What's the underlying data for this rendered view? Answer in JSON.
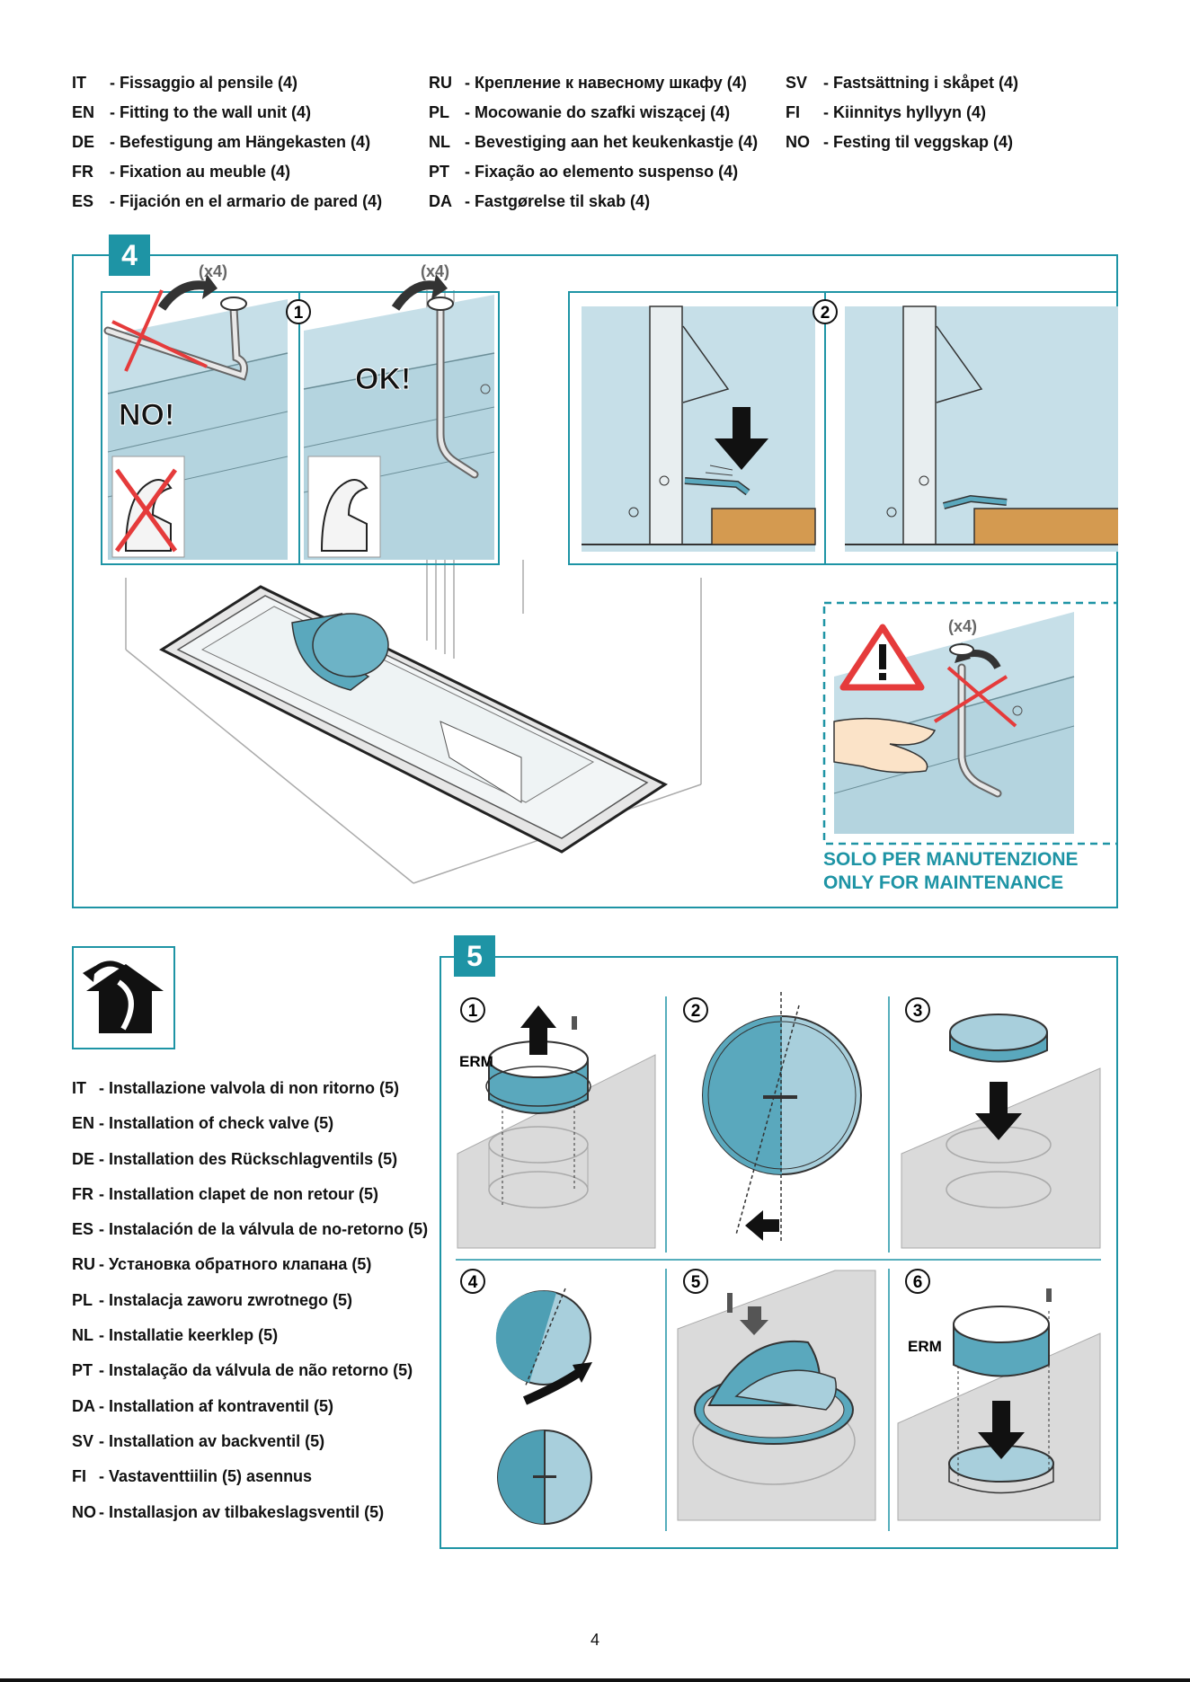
{
  "section4_langs_col1": [
    {
      "code": "IT",
      "text": "- Fissaggio al pensile (4)"
    },
    {
      "code": "EN",
      "text": "- Fitting to the wall unit (4)"
    },
    {
      "code": "DE",
      "text": "- Befestigung am Hängekasten (4)"
    },
    {
      "code": "FR",
      "text": "- Fixation au meuble (4)"
    },
    {
      "code": "ES",
      "text": "- Fijación en el armario de pared (4)"
    }
  ],
  "section4_langs_col2": [
    {
      "code": "RU",
      "text": "- Крепление к навесному шкафу (4)"
    },
    {
      "code": "PL",
      "text": "- Mocowanie do szafki wiszącej (4)"
    },
    {
      "code": "NL",
      "text": "- Bevestiging aan het keukenkastje (4)"
    },
    {
      "code": "PT",
      "text": "- Fixação ao elemento suspenso (4)"
    },
    {
      "code": "DA",
      "text": "- Fastgørelse til skab (4)"
    }
  ],
  "section4_langs_col3": [
    {
      "code": "SV",
      "text": "- Fastsättning i skåpet (4)"
    },
    {
      "code": "FI",
      "text": "- Kiinnitys hyllyyn (4)"
    },
    {
      "code": "NO",
      "text": "- Festing til veggskap (4)"
    }
  ],
  "step4_label": "4",
  "step5_label": "5",
  "fig4": {
    "callout1": "1",
    "callout2": "2",
    "x4": "(x4)",
    "no": "NO!",
    "ok": "OK!"
  },
  "maintenance": {
    "line1": "SOLO PER MANUTENZIONE",
    "line2": "ONLY FOR MAINTENANCE"
  },
  "section5_langs": [
    {
      "code": "IT",
      "text": "- Installazione valvola di non ritorno (5)"
    },
    {
      "code": "EN",
      "text": "- Installation of check valve (5)"
    },
    {
      "code": "DE",
      "text": "- Installation des Rückschlagventils (5)"
    },
    {
      "code": "FR",
      "text": "- Installation clapet de non retour (5)"
    },
    {
      "code": "ES",
      "text": "- Instalación de la válvula de no-retorno (5)"
    },
    {
      "code": "RU",
      "text": "- Установка обратного клапана (5)"
    },
    {
      "code": "PL",
      "text": "- Instalacja zaworu zwrotnego (5)"
    },
    {
      "code": "NL",
      "text": "- Installatie keerklep (5)"
    },
    {
      "code": "PT",
      "text": "- Instalação da válvula de não retorno (5)"
    },
    {
      "code": "DA",
      "text": "- Installation af kontraventil (5)"
    },
    {
      "code": "SV",
      "text": "- Installation av backventil (5)"
    },
    {
      "code": "FI",
      "text": "- Vastaventtiilin (5) asennus"
    },
    {
      "code": "NO",
      "text": "- Installasjon av tilbakeslagsventil (5)"
    }
  ],
  "fig5": {
    "s1": "1",
    "s2": "2",
    "s3": "3",
    "s4": "4",
    "s5": "5",
    "s6": "6",
    "erm": "ERM"
  },
  "page_number": "4",
  "colors": {
    "accent": "#1e94a5",
    "panel": "#c6dfe8",
    "wood": "#d49a50"
  }
}
